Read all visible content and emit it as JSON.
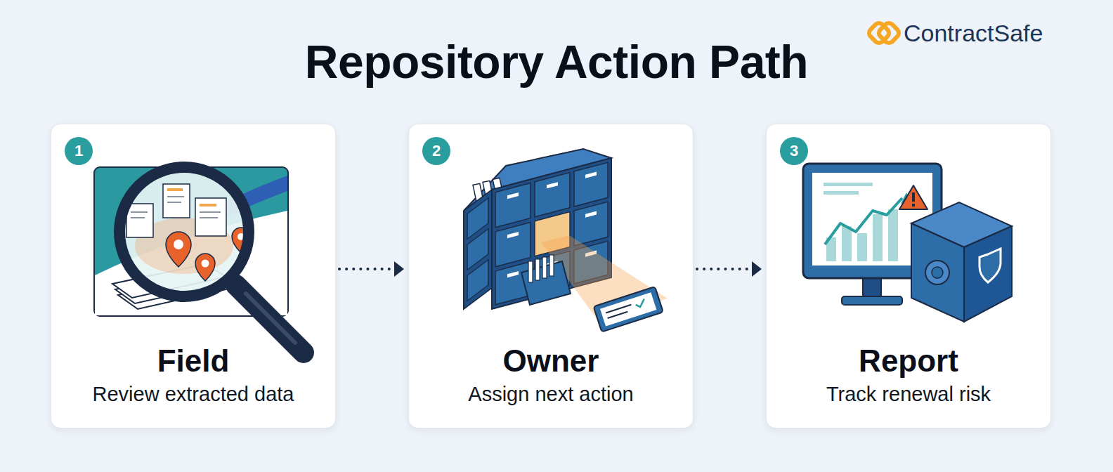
{
  "diagram": {
    "title": "Repository Action Path",
    "nodes": [
      {
        "text": [
          "Field",
          "Review extracted data"
        ]
      },
      {
        "text": [
          "1"
        ],
        "in": 0
      },
      {
        "text": [
          "Owner",
          "Assign next action"
        ]
      },
      {
        "text": [
          "2"
        ],
        "in": 2
      },
      {
        "text": [
          "Report",
          "Track renewal risk"
        ]
      },
      {
        "text": [
          "3"
        ],
        "in": 4
      }
    ],
    "edges": [
      {
        "from": 0,
        "to": 2,
        "arrow": "to"
      },
      {
        "from": 2,
        "to": 4,
        "arrow": "to"
      }
    ],
    "labels": [
      "ContractSafe"
    ]
  }
}
